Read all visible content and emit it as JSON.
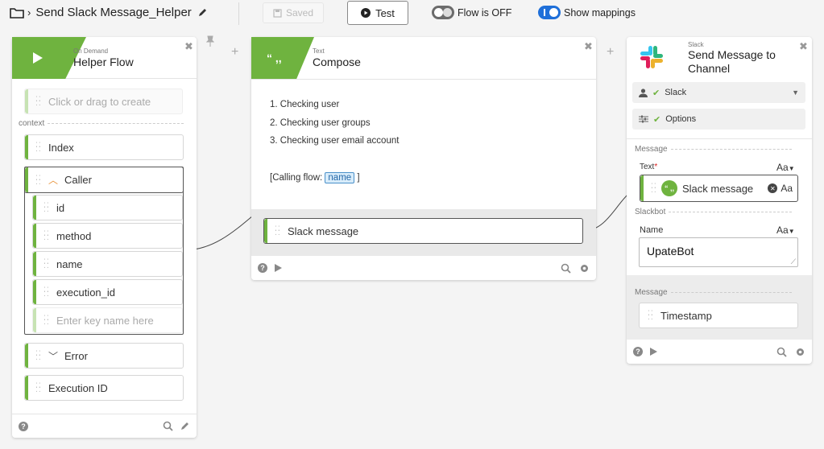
{
  "topbar": {
    "title": "Send Slack Message_Helper",
    "saved_label": "Saved",
    "test_label": "Test",
    "flow_toggle_label": "Flow is OFF",
    "mappings_label": "Show mappings"
  },
  "colors": {
    "accent": "#6fb33f",
    "toggle_on": "#1e6fd9",
    "toggle_off": "#6b6b6b",
    "pill": "#d8ecfa"
  },
  "helper_card": {
    "kind": "On Demand",
    "title": "Helper Flow",
    "create_placeholder": "Click or drag to create",
    "context_label": "context",
    "items": {
      "index": "Index",
      "caller": "Caller",
      "id": "id",
      "method": "method",
      "name": "name",
      "execution_id": "execution_id",
      "key_placeholder": "Enter key name here",
      "error": "Error",
      "execution_id_top": "Execution ID"
    }
  },
  "compose_card": {
    "kind": "Text",
    "title": "Compose",
    "lines": [
      "1. Checking user",
      "2. Checking user groups",
      "3. Checking user email account"
    ],
    "calling_prefix": "[Calling flow:",
    "calling_pill": "name",
    "calling_suffix": "]",
    "output_label": "Slack message"
  },
  "slack_card": {
    "kind": "Slack",
    "title_line1": "Send Message to",
    "title_line2": "Channel",
    "account_label": "Slack",
    "options_label": "Options",
    "message_section": "Message",
    "text_label": "Text",
    "required_mark": "*",
    "aa": "Aa",
    "text_value": "Slack message",
    "slackbot_section": "Slackbot",
    "name_label": "Name",
    "name_value": "UpateBot",
    "message_section2": "Message",
    "timestamp_label": "Timestamp"
  }
}
